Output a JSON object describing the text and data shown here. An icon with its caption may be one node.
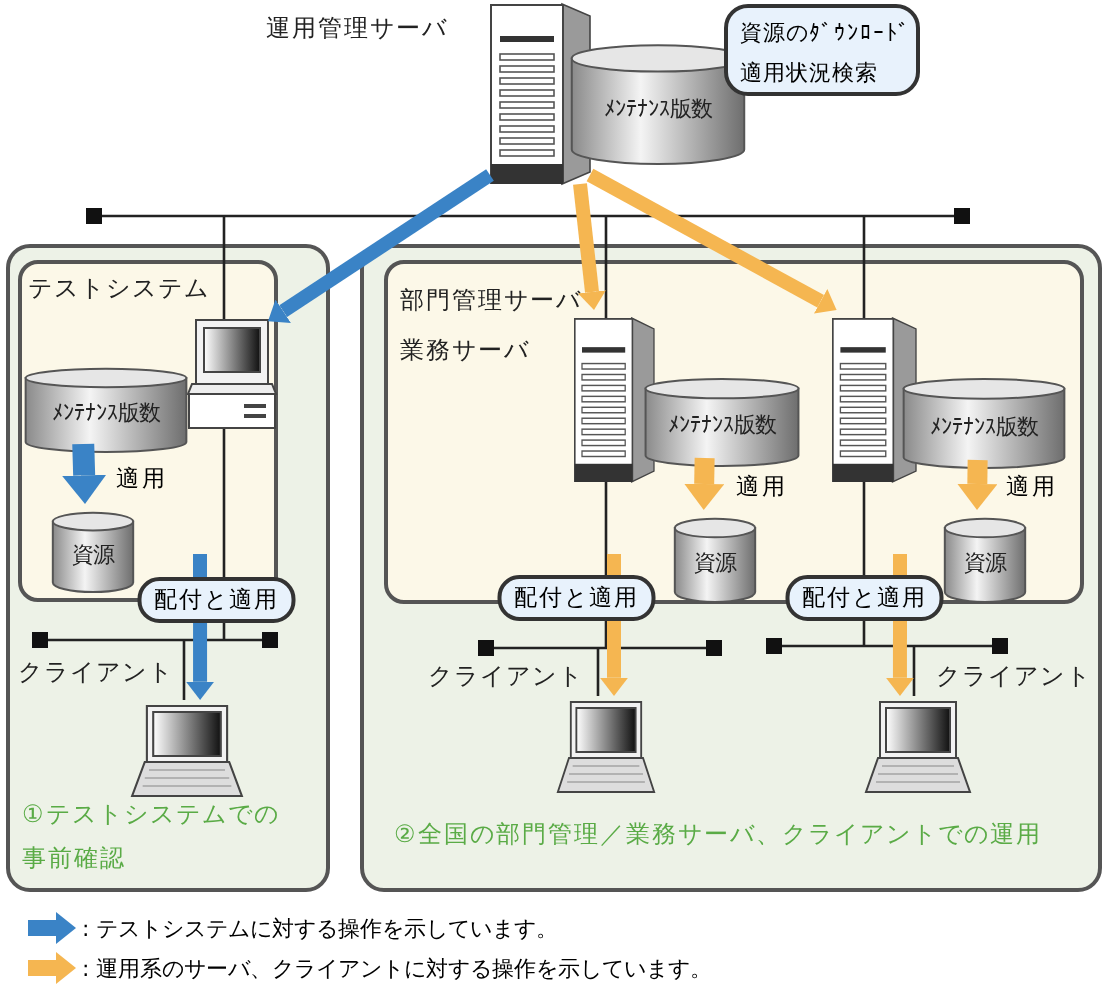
{
  "diagram": {
    "nodes": [
      {
        "text": [
          "運用管理サーバ"
        ]
      },
      {
        "text": [
          "ﾒﾝﾃﾅﾝｽ版数"
        ]
      },
      {
        "text": [
          "資源のﾀﾞｳﾝﾛｰﾄﾞ",
          "適用状況検索"
        ]
      },
      {
        "text": [
          "①テストシステムでの事前確認"
        ]
      },
      {
        "text": [
          "テストシステム"
        ],
        "in": 3
      },
      {
        "text": [],
        "shape": "computer",
        "in": 4
      },
      {
        "text": [
          "ﾒﾝﾃﾅﾝｽ版数"
        ],
        "in": 4
      },
      {
        "text": [
          "資源"
        ],
        "in": 4
      },
      {
        "text": [
          "クライアント"
        ],
        "in": 3
      },
      {
        "text": [
          "②全国の部門管理／業務サーバ、クライアントでの運用"
        ]
      },
      {
        "text": [
          "部門管理サーバ",
          "業務サーバ"
        ],
        "in": 9
      },
      {
        "text": [],
        "shape": "server",
        "in": 10
      },
      {
        "text": [
          "ﾒﾝﾃﾅﾝｽ版数"
        ],
        "in": 10
      },
      {
        "text": [
          "資源"
        ],
        "in": 10
      },
      {
        "text": [],
        "shape": "server",
        "in": 10
      },
      {
        "text": [
          "ﾒﾝﾃﾅﾝｽ版数"
        ],
        "in": 10
      },
      {
        "text": [
          "資源"
        ],
        "in": 10
      },
      {
        "text": [
          "クライアント"
        ],
        "in": 9
      },
      {
        "text": [
          "クライアント"
        ],
        "in": 9
      }
    ],
    "edges": [
      {
        "from": 0,
        "to": 5,
        "arrow": "to",
        "color": "#3a83c6"
      },
      {
        "from": 0,
        "to": 11,
        "arrow": "to"
      },
      {
        "from": 0,
        "to": 14,
        "arrow": "to"
      },
      {
        "from": 6,
        "to": 7,
        "arrow": "to",
        "label": "適用",
        "color": "#3a83c6"
      },
      {
        "from": 12,
        "to": 13,
        "arrow": "to",
        "label": "適用"
      },
      {
        "from": 15,
        "to": 16,
        "arrow": "to",
        "label": "適用"
      },
      {
        "from": null,
        "to": 8,
        "arrow": "to",
        "label": "配付と適用",
        "color": "#3a83c6"
      },
      {
        "from": null,
        "to": 17,
        "arrow": "to",
        "label": "配付と適用"
      },
      {
        "from": null,
        "to": 18,
        "arrow": "to",
        "label": "配付と適用"
      }
    ],
    "legend": [
      {
        "text": ": テストシステムに対する操作を示しています。",
        "color": "#3a83c6"
      },
      {
        "text": ": 運用系のサーバ、クライアントに対する操作を示しています。",
        "color": "#f5b651"
      }
    ]
  }
}
